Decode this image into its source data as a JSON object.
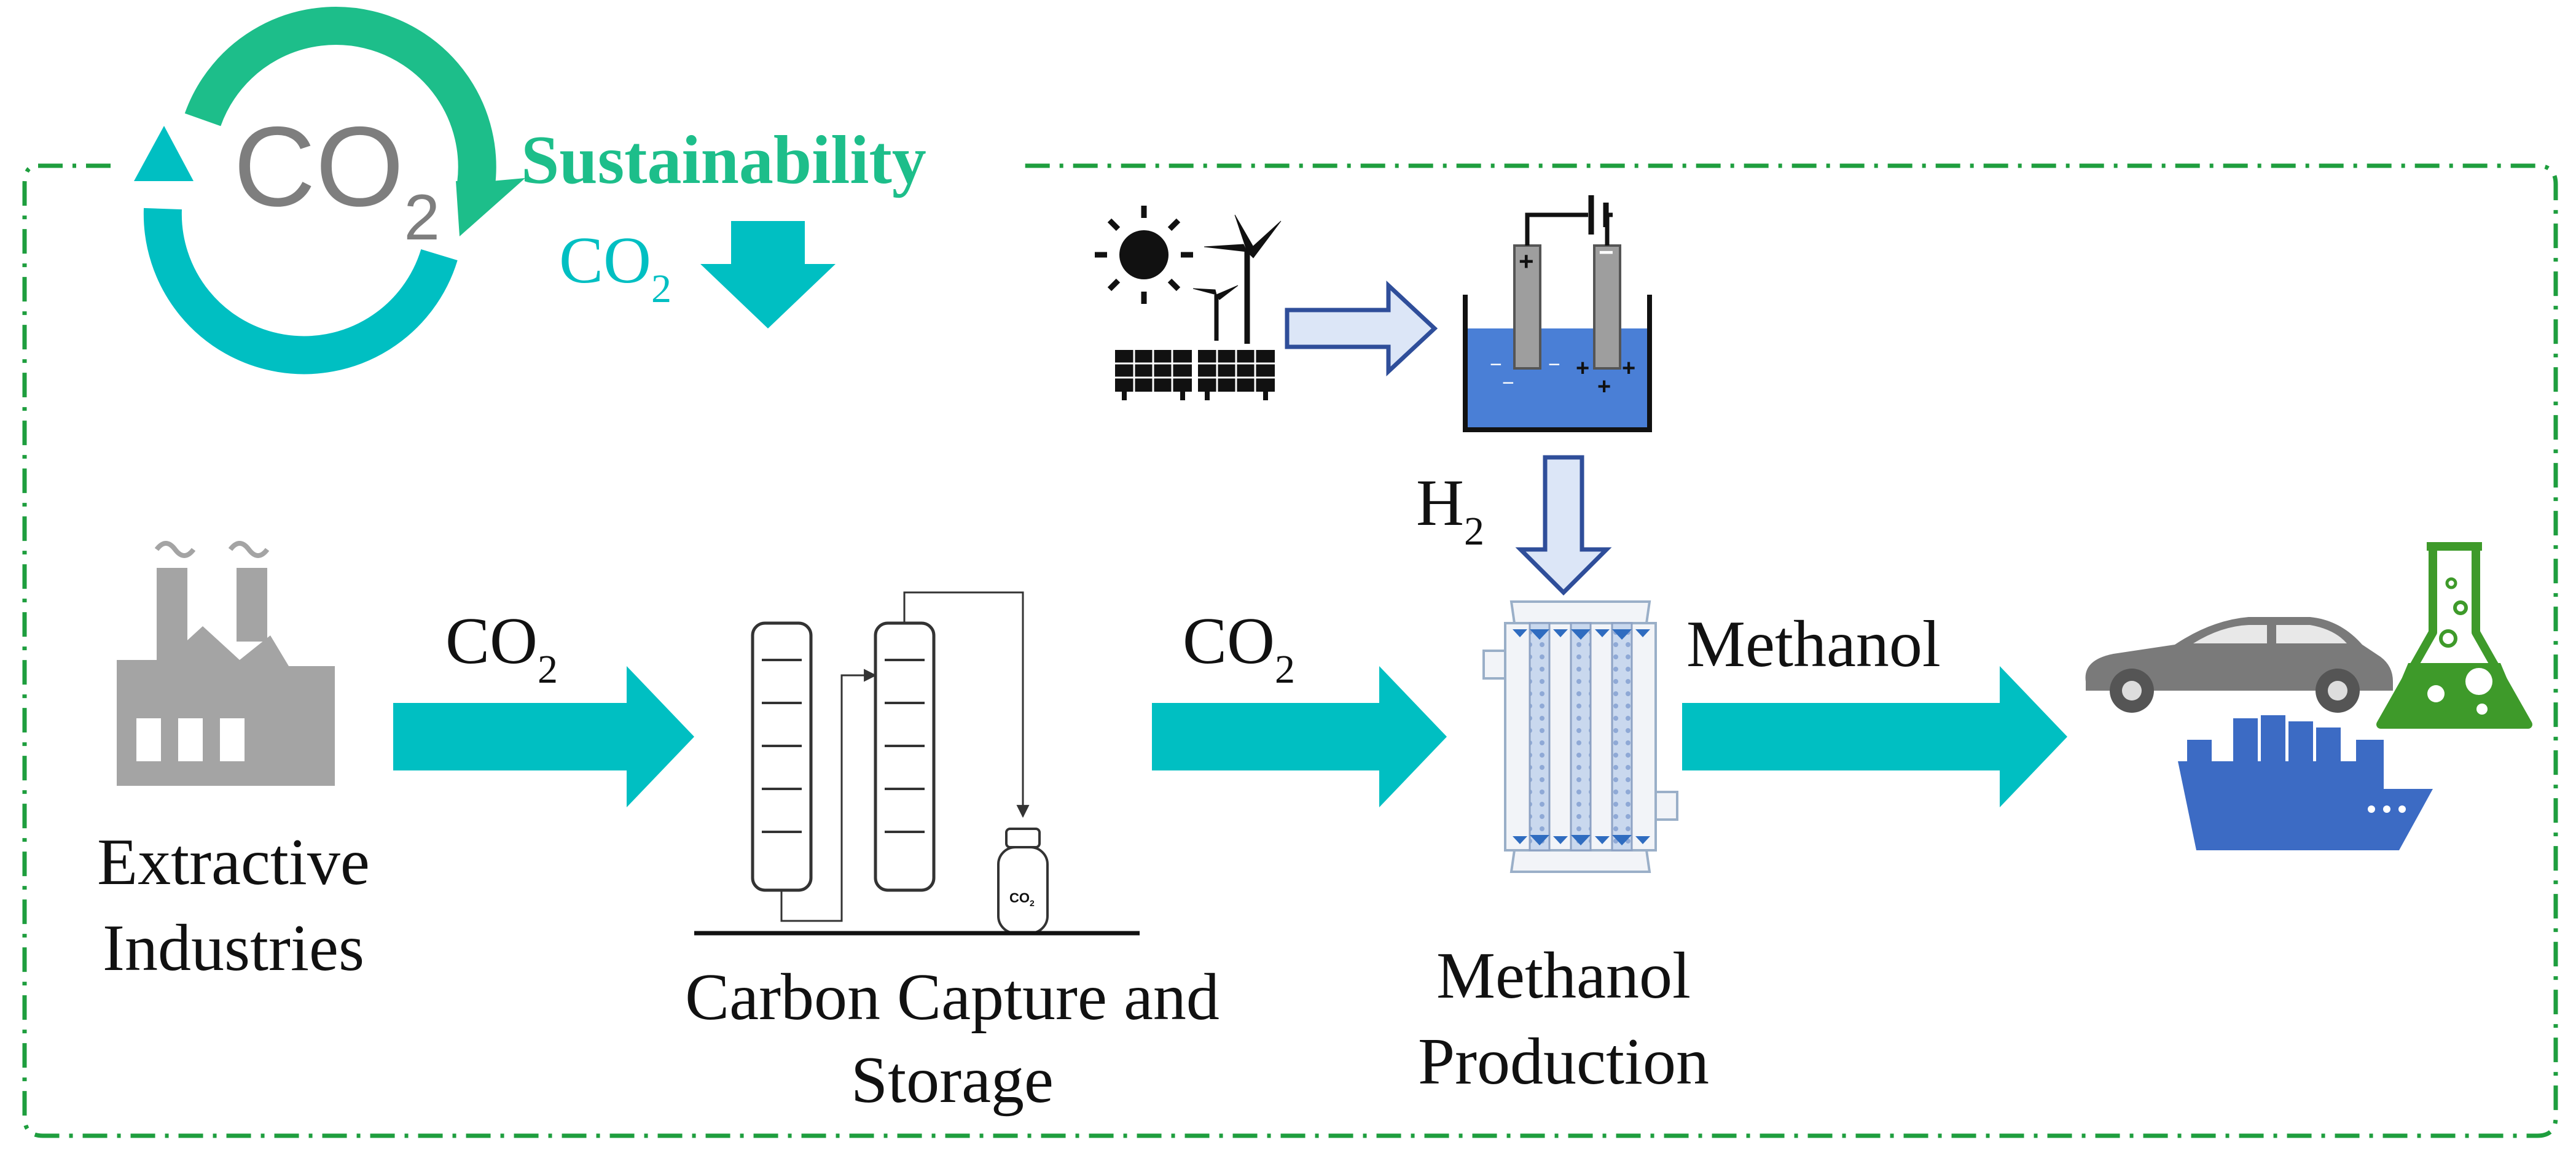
{
  "cycle": {
    "co2_text": "CO",
    "co2_sub": "2"
  },
  "sustainability": {
    "label": "Sustainability",
    "co2_text": "CO",
    "co2_sub": "2"
  },
  "source": {
    "line1": "Extractive",
    "line2": "Industries"
  },
  "flow1": {
    "co2_text": "CO",
    "co2_sub": "2"
  },
  "capture": {
    "line1": "Carbon Capture and",
    "line2": "Storage",
    "cylinder_text": "CO",
    "cylinder_sub": "2"
  },
  "flow2": {
    "co2_text": "CO",
    "co2_sub": "2"
  },
  "hydrogen": {
    "text": "H",
    "sub": "2"
  },
  "production": {
    "line1": "Methanol",
    "line2": "Production"
  },
  "flow3": {
    "label": "Methanol"
  },
  "electrolyzer": {
    "anode_sign": "+",
    "cathode_sign": "−"
  },
  "colors": {
    "teal": "#00BFC2",
    "teal_dark": "#00B6BD",
    "green": "#1DBE8A",
    "dash_green": "#1E9E3E",
    "grey": "#8C8C8C",
    "water": "#4A7FD6",
    "ship_blue": "#3C6BC4",
    "flask_green": "#3E9A2A",
    "hollow_arrow_fill": "#DCE6F7",
    "hollow_arrow_stroke": "#2F4E9A"
  }
}
